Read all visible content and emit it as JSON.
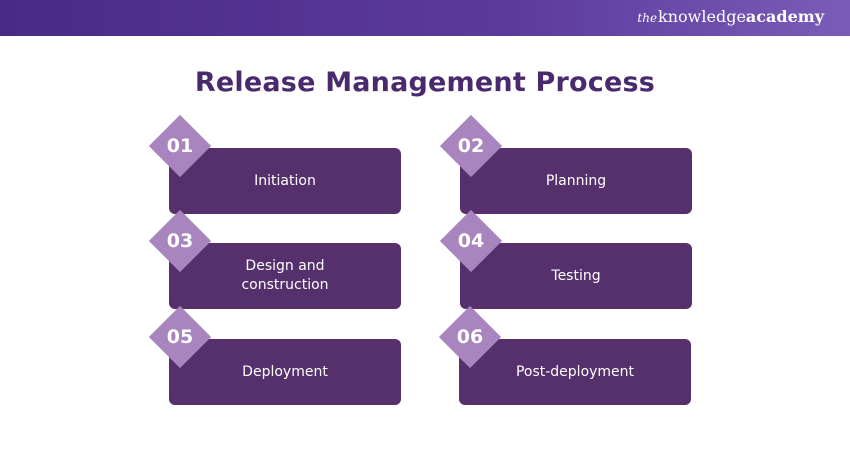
{
  "brand": {
    "prefix": "the",
    "main": "knowledge",
    "accent": "academy"
  },
  "title": "Release Management Process",
  "steps": [
    {
      "number": "01",
      "label": "Initiation"
    },
    {
      "number": "02",
      "label": "Planning"
    },
    {
      "number": "03",
      "label": "Design and construction"
    },
    {
      "number": "04",
      "label": "Testing"
    },
    {
      "number": "05",
      "label": "Deployment"
    },
    {
      "number": "06",
      "label": "Post-deployment"
    }
  ],
  "colors": {
    "banner": "#5b3a9c",
    "title": "#4a2a6e",
    "box": "#56306c",
    "diamond": "#a885be"
  }
}
